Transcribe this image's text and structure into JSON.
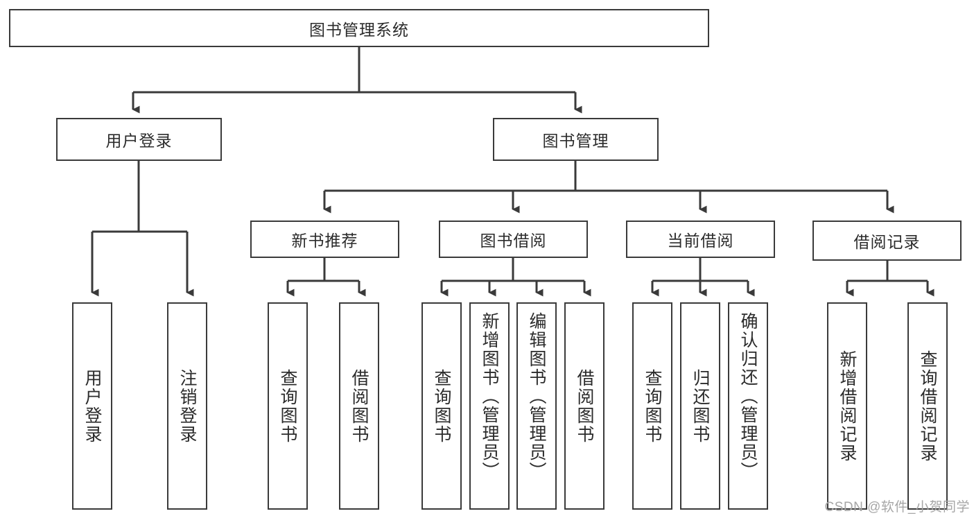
{
  "diagram": {
    "type": "tree",
    "title": "图书管理系统",
    "root": {
      "label": "图书管理系统"
    },
    "level1": [
      {
        "label": "用户登录"
      },
      {
        "label": "图书管理"
      }
    ],
    "level2": [
      {
        "label": "新书推荐",
        "parent": "图书管理"
      },
      {
        "label": "图书借阅",
        "parent": "图书管理"
      },
      {
        "label": "当前借阅",
        "parent": "图书管理"
      },
      {
        "label": "借阅记录",
        "parent": "图书管理"
      }
    ],
    "leaves": {
      "user_login": [
        {
          "label": "用户登录"
        },
        {
          "label": "注销登录"
        }
      ],
      "new_book": [
        {
          "label": "查询图书"
        },
        {
          "label": "借阅图书"
        }
      ],
      "book_borrow": [
        {
          "label": "查询图书"
        },
        {
          "label": "新增图书（管理员）"
        },
        {
          "label": "编辑图书（管理员）"
        },
        {
          "label": "借阅图书"
        }
      ],
      "current_borrow": [
        {
          "label": "查询图书"
        },
        {
          "label": "归还图书"
        },
        {
          "label": "确认归还（管理员）"
        }
      ],
      "borrow_record": [
        {
          "label": "新增借阅记录"
        },
        {
          "label": "查询借阅记录"
        }
      ]
    }
  },
  "watermark": {
    "text": "CSDN @软件_小贺同学"
  },
  "colors": {
    "stroke": "#3a3a3a",
    "text": "#2b2b2b",
    "background": "#ffffff",
    "watermark": "#a6a6a6"
  }
}
